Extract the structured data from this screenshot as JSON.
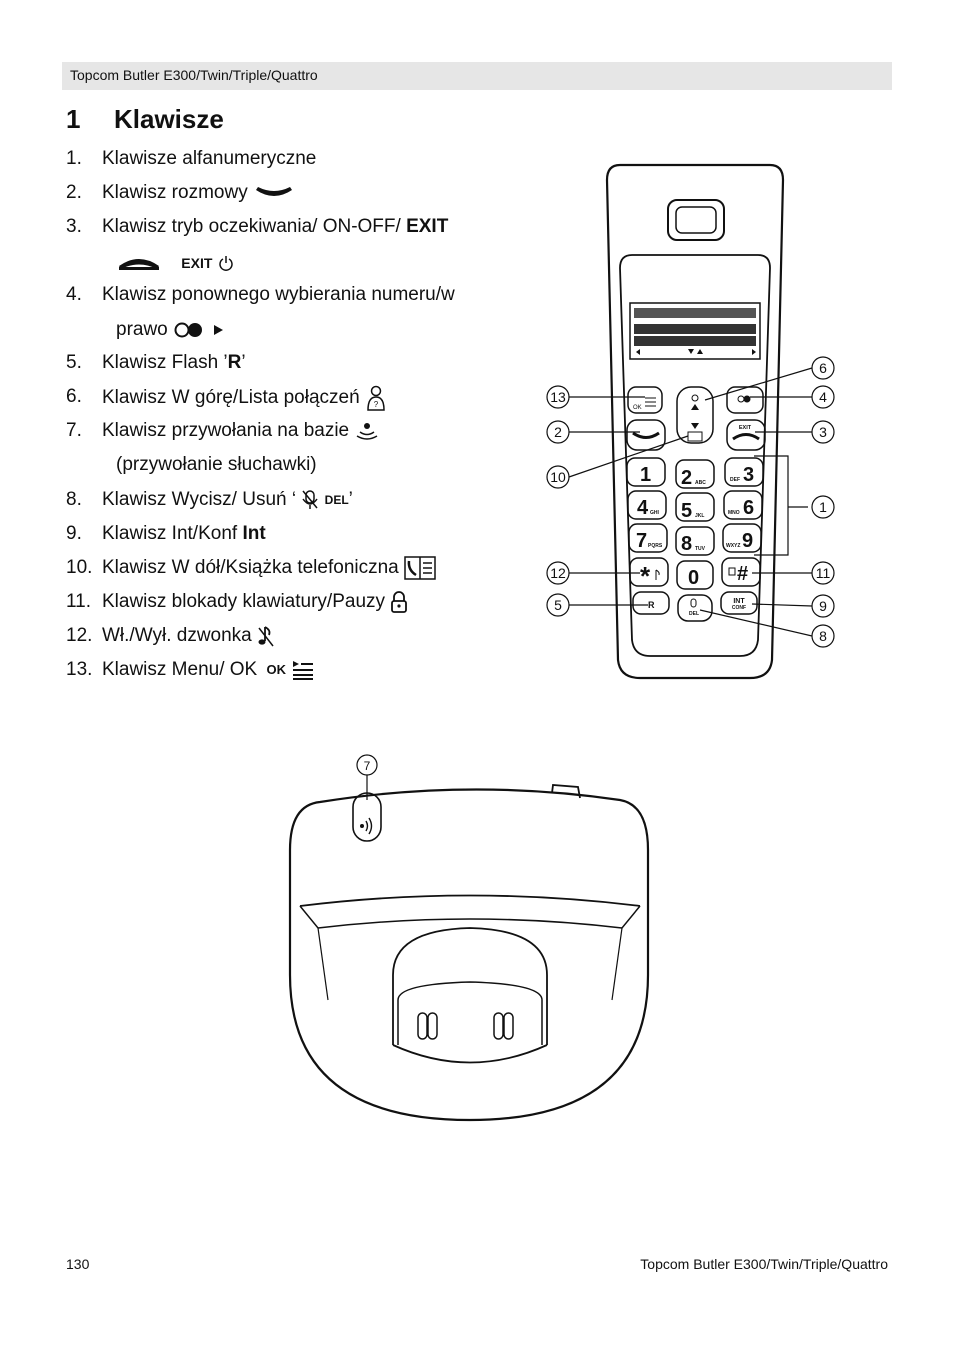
{
  "header": {
    "running_title": "Topcom Butler E300/Twin/Triple/Quattro"
  },
  "section": {
    "number": "1",
    "title": "Klawisze"
  },
  "keys": [
    {
      "n": "1.",
      "text": "Klawisze alfanumeryczne"
    },
    {
      "n": "2.",
      "text": "Klawisz rozmowy"
    },
    {
      "n": "3.",
      "text": "Klawisz tryb oczekiwania/ ON-OFF/ ",
      "bold": "EXIT",
      "icon_label": "EXIT"
    },
    {
      "n": "4.",
      "text": "Klawisz ponownego wybierania numeru/w",
      "cont": "prawo"
    },
    {
      "n": "5.",
      "text": "Klawisz Flash ’",
      "bold": "R",
      "after": "’"
    },
    {
      "n": "6.",
      "text": "Klawisz W górę/Lista połączeń"
    },
    {
      "n": "7.",
      "text": "Klawisz przywołania na bazie",
      "cont": "(przywołanie słuchawki)"
    },
    {
      "n": "8.",
      "text": "Klawisz Wycisz/ Usuń ‘",
      "icon_label": "DEL",
      "after": "’"
    },
    {
      "n": "9.",
      "text": "Klawisz Int/Konf ",
      "bold": "Int"
    },
    {
      "n": "10.",
      "text": "Klawisz W dół/Książka telefoniczna"
    },
    {
      "n": "11.",
      "text": "Klawisz blokady klawiatury/Pauzy"
    },
    {
      "n": "12.",
      "text": "Wł./Wył. dzwonka"
    },
    {
      "n": "13.",
      "text": "Klawisz Menu/ OK",
      "icon_label": "OK"
    }
  ],
  "handset": {
    "callouts": [
      "1",
      "2",
      "3",
      "4",
      "5",
      "6",
      "7",
      "8",
      "9",
      "10",
      "11",
      "12",
      "13"
    ],
    "key_labels": {
      "k1": "1",
      "k2": "2",
      "k2s": "ABC",
      "k3": "3",
      "k3s": "DEF",
      "k4": "4",
      "k4s": "GHI",
      "k5": "5",
      "k5s": "JKL",
      "k6": "6",
      "k6s": "MNO",
      "k7": "7",
      "k7s": "PQRS",
      "k8": "8",
      "k8s": "TUV",
      "k9": "9",
      "k9s": "WXYZ",
      "k0": "0",
      "star": "*",
      "hash": "#",
      "r": "R",
      "int": "INT",
      "conf": "CONF",
      "del": "DEL",
      "exit": "EXIT",
      "ok": "OK"
    }
  },
  "footer": {
    "page_number": "130",
    "running_title": "Topcom Butler E300/Twin/Triple/Quattro"
  }
}
